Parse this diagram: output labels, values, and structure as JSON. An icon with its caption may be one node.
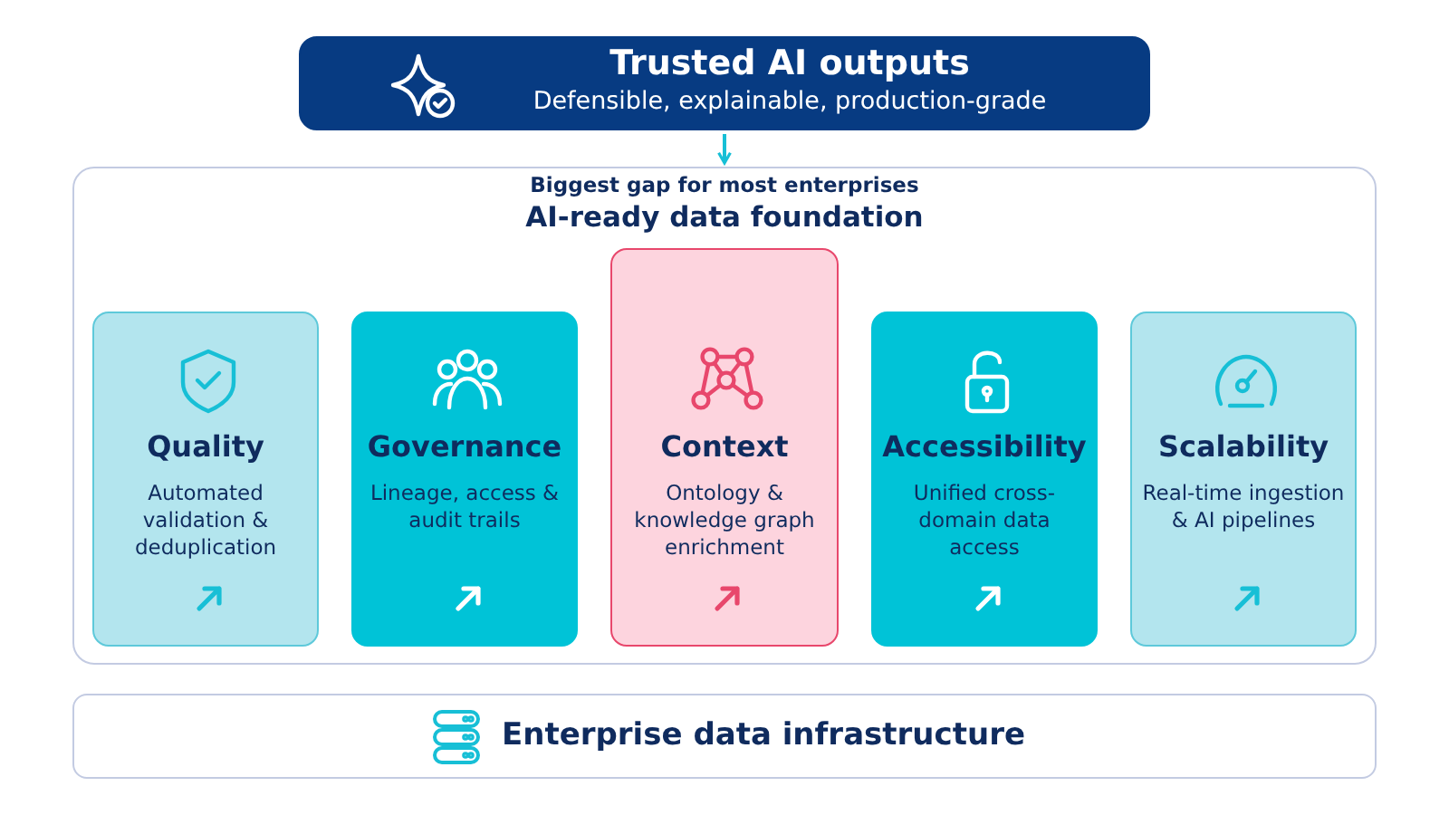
{
  "diagram": {
    "nodes": [
      {
        "text": [
          "Trusted AI outputs",
          "Defensible, explainable, production-grade"
        ]
      },
      {
        "text": [
          "Biggest gap for most enterprises",
          "AI-ready data foundation"
        ]
      },
      {
        "text": [
          "Quality",
          "Automated validation & deduplication"
        ],
        "in": 1
      },
      {
        "text": [
          "Governance",
          "Lineage, access & audit trails"
        ],
        "in": 1
      },
      {
        "text": [
          "Context",
          "Ontology & knowledge graph enrichment"
        ],
        "in": 1
      },
      {
        "text": [
          "Accessibility",
          "Unified cross-domain data access"
        ],
        "in": 1
      },
      {
        "text": [
          "Scalability",
          "Real-time ingestion & AI pipelines"
        ],
        "in": 1
      },
      {
        "text": [
          "Enterprise data infrastructure"
        ]
      }
    ],
    "edges": [
      {
        "from": 0,
        "to": 1,
        "arrow": "to"
      }
    ]
  }
}
